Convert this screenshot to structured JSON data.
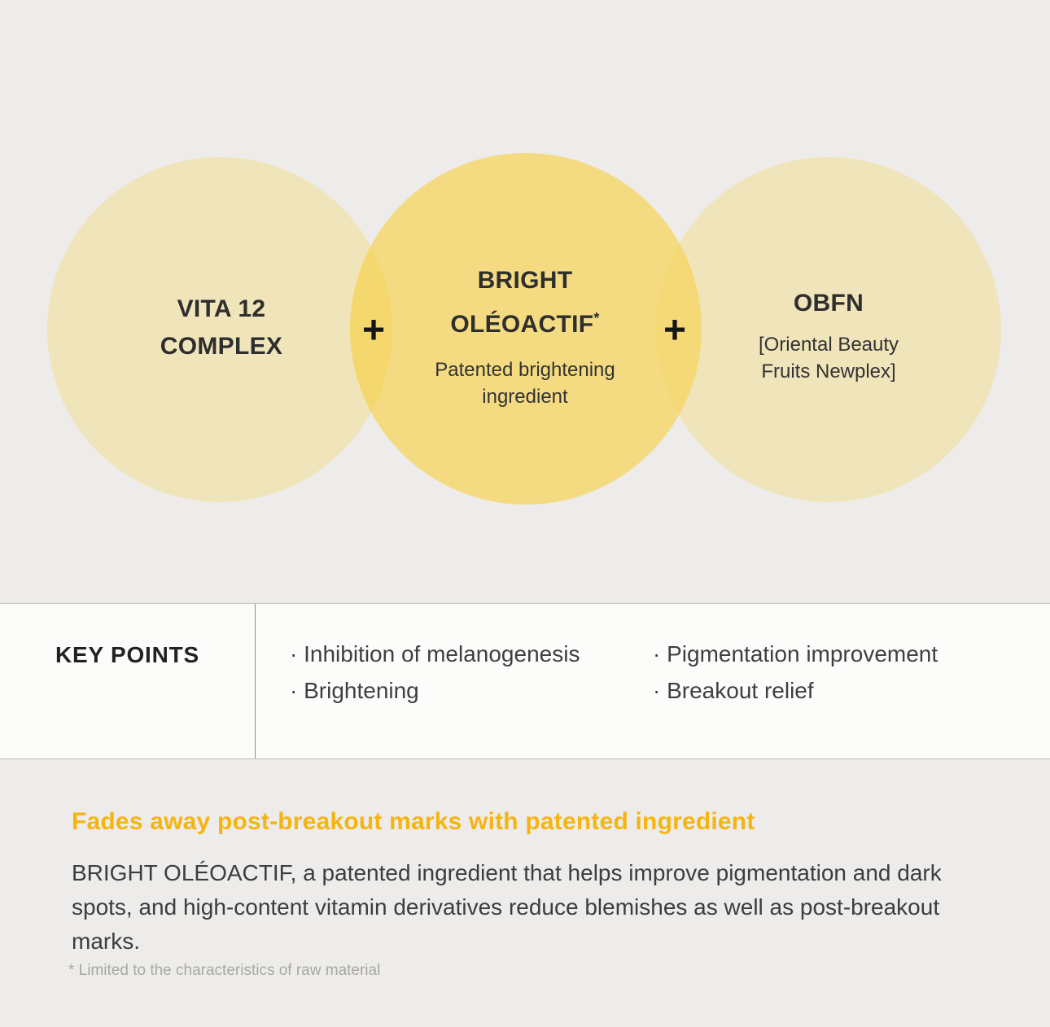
{
  "diagram": {
    "circle_left": {
      "line1": "VITA 12",
      "line2": "COMPLEX"
    },
    "plus": "+",
    "circle_center": {
      "line1": "BRIGHT",
      "line2": "OLÉOACTIF",
      "asterisk": "*",
      "sub1": "Patented brightening",
      "sub2": "ingredient"
    },
    "circle_right": {
      "line1": "OBFN",
      "sub1": "[Oriental Beauty",
      "sub2": "Fruits Newplex]"
    }
  },
  "key_points": {
    "label": "KEY POINTS",
    "col1": [
      "· Inhibition of melanogenesis",
      "· Brightening"
    ],
    "col2": [
      "· Pigmentation improvement",
      "· Breakout relief"
    ]
  },
  "description": {
    "heading": "Fades away post-breakout marks with patented ingredient",
    "body": "BRIGHT OLÉOACTIF, a patented ingredient that helps improve pigmentation and dark spots, and high-content vitamin derivatives reduce blemishes as well as post-breakout marks.",
    "footnote": "* Limited to the characteristics of raw material"
  },
  "colors": {
    "background": "#edecea",
    "circle_side": "#f1e5b8",
    "circle_center": "#f3d97e",
    "accent_heading": "#f7b411",
    "text_dark": "#2e2e2e",
    "band_background": "#fcfcfb"
  }
}
